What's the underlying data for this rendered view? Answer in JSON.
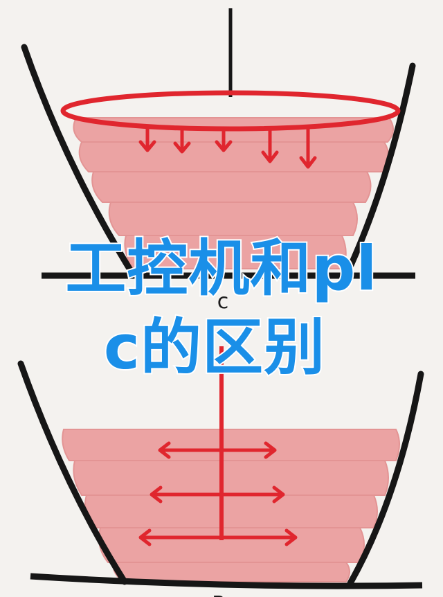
{
  "diagram": {
    "label_top": "c",
    "label_bottom": "B"
  },
  "overlay": {
    "title_line1": "工控机和pl",
    "title_line2": "c的区别",
    "color": "#1a8fe8"
  },
  "colors": {
    "layer_fill": "#eba3a3",
    "layer_stroke": "#e08f8f",
    "arrow": "#e0262e",
    "outline": "#161616"
  }
}
